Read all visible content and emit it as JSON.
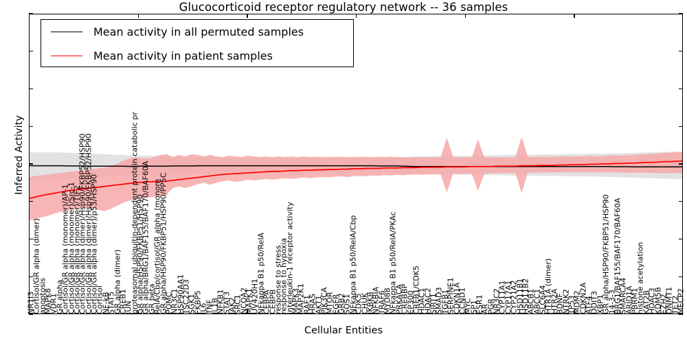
{
  "chart_data": {
    "type": "line",
    "title": "Glucocorticoid receptor regulatory network -- 36 samples",
    "xlabel": "Cellular Entities",
    "ylabel": "Inferred Activity",
    "ylim": [
      -4,
      4
    ],
    "yticks": [
      "4",
      "3",
      "2",
      "1",
      "0",
      "-1",
      "-2",
      "-3",
      "-4"
    ],
    "grid": false,
    "legend_position": "upper left",
    "series": [
      {
        "name": "Mean activity in all permuted samples",
        "color": "#000000",
        "band_color": "#e2e2e2",
        "values": [
          -0.03,
          -0.03,
          -0.03,
          -0.03,
          -0.03,
          -0.03,
          -0.035,
          -0.035,
          -0.035,
          -0.035,
          -0.04,
          -0.04,
          -0.04,
          -0.04,
          -0.04,
          -0.04,
          -0.045,
          -0.045,
          -0.04,
          -0.04,
          -0.04,
          -0.04,
          -0.04,
          -0.035,
          -0.035,
          -0.035,
          -0.035,
          -0.03,
          -0.03,
          -0.03,
          -0.03,
          -0.03,
          -0.03,
          -0.03,
          -0.03,
          -0.03,
          -0.03,
          -0.03,
          -0.03,
          -0.03,
          -0.03,
          -0.03,
          -0.03,
          -0.03,
          -0.03,
          -0.03,
          -0.03,
          -0.03,
          -0.03,
          -0.03,
          -0.03,
          -0.03,
          -0.03,
          -0.03,
          -0.03,
          -0.03,
          -0.035,
          -0.035,
          -0.035,
          -0.035,
          -0.04,
          -0.045,
          -0.05,
          -0.05,
          -0.05,
          -0.05,
          -0.05,
          -0.05,
          -0.05,
          -0.05,
          -0.05,
          -0.05,
          -0.05,
          -0.05,
          -0.05,
          -0.05,
          -0.05,
          -0.05,
          -0.05,
          -0.05,
          -0.05,
          -0.05,
          -0.05,
          -0.05,
          -0.05,
          -0.05,
          -0.05,
          -0.05,
          -0.05,
          -0.05,
          -0.05,
          -0.05,
          -0.05,
          -0.05,
          -0.055,
          -0.055,
          -0.055,
          -0.06,
          -0.06,
          -0.06,
          -0.06,
          -0.06,
          -0.06,
          -0.06,
          -0.06,
          -0.06
        ],
        "band_lower": [
          -0.42,
          -0.42,
          -0.42,
          -0.42,
          -0.42,
          -0.4,
          -0.4,
          -0.38,
          -0.38,
          -0.36,
          -0.35,
          -0.34,
          -0.33,
          -0.32,
          -0.31,
          -0.3,
          -0.3,
          -0.29,
          -0.29,
          -0.28,
          -0.28,
          -0.27,
          -0.27,
          -0.26,
          -0.26,
          -0.25,
          -0.25,
          -0.24,
          -0.24,
          -0.23,
          -0.23,
          -0.23,
          -0.22,
          -0.22,
          -0.22,
          -0.22,
          -0.21,
          -0.21,
          -0.21,
          -0.21,
          -0.21,
          -0.2,
          -0.2,
          -0.2,
          -0.2,
          -0.2,
          -0.2,
          -0.2,
          -0.2,
          -0.2,
          -0.2,
          -0.2,
          -0.2,
          -0.2,
          -0.2,
          -0.2,
          -0.21,
          -0.21,
          -0.22,
          -0.22,
          -0.23,
          -0.24,
          -0.25,
          -0.25,
          -0.26,
          -0.26,
          -0.26,
          -0.26,
          -0.26,
          -0.26,
          -0.27,
          -0.27,
          -0.28,
          -0.28,
          -0.28,
          -0.28,
          -0.28,
          -0.29,
          -0.29,
          -0.29,
          -0.29,
          -0.3,
          -0.3,
          -0.3,
          -0.3,
          -0.3,
          -0.31,
          -0.31,
          -0.31,
          -0.31,
          -0.32,
          -0.32,
          -0.32,
          -0.33,
          -0.33,
          -0.34,
          -0.34,
          -0.35,
          -0.35,
          -0.36,
          -0.36,
          -0.37,
          -0.37,
          -0.38,
          -0.38,
          -0.39
        ],
        "band_upper": [
          0.33,
          0.33,
          0.33,
          0.33,
          0.33,
          0.32,
          0.32,
          0.31,
          0.31,
          0.3,
          0.29,
          0.28,
          0.28,
          0.27,
          0.26,
          0.26,
          0.25,
          0.25,
          0.24,
          0.24,
          0.23,
          0.23,
          0.22,
          0.22,
          0.22,
          0.21,
          0.21,
          0.2,
          0.2,
          0.2,
          0.2,
          0.19,
          0.19,
          0.19,
          0.19,
          0.18,
          0.18,
          0.18,
          0.18,
          0.18,
          0.18,
          0.17,
          0.17,
          0.17,
          0.17,
          0.17,
          0.17,
          0.17,
          0.17,
          0.17,
          0.17,
          0.17,
          0.17,
          0.17,
          0.17,
          0.18,
          0.18,
          0.18,
          0.19,
          0.19,
          0.2,
          0.21,
          0.22,
          0.22,
          0.22,
          0.23,
          0.23,
          0.23,
          0.23,
          0.23,
          0.24,
          0.24,
          0.24,
          0.25,
          0.25,
          0.25,
          0.25,
          0.26,
          0.26,
          0.26,
          0.26,
          0.26,
          0.27,
          0.27,
          0.27,
          0.27,
          0.28,
          0.28,
          0.28,
          0.28,
          0.29,
          0.29,
          0.29,
          0.3,
          0.3,
          0.3,
          0.31,
          0.31,
          0.32,
          0.32,
          0.33,
          0.33,
          0.34,
          0.34,
          0.35,
          0.35
        ]
      },
      {
        "name": "Mean activity in patient samples",
        "color": "#ff0000",
        "band_color": "#f7a8a8",
        "values": [
          -0.9,
          -0.86,
          -0.82,
          -0.79,
          -0.76,
          -0.73,
          -0.7,
          -0.68,
          -0.66,
          -0.64,
          -0.62,
          -0.6,
          -0.58,
          -0.56,
          -0.54,
          -0.52,
          -0.5,
          -0.48,
          -0.47,
          -0.46,
          -0.45,
          -0.45,
          -0.44,
          -0.42,
          -0.4,
          -0.38,
          -0.36,
          -0.34,
          -0.32,
          -0.3,
          -0.28,
          -0.26,
          -0.25,
          -0.24,
          -0.23,
          -0.22,
          -0.21,
          -0.2,
          -0.19,
          -0.18,
          -0.18,
          -0.17,
          -0.16,
          -0.16,
          -0.15,
          -0.15,
          -0.14,
          -0.14,
          -0.13,
          -0.13,
          -0.12,
          -0.12,
          -0.11,
          -0.11,
          -0.1,
          -0.1,
          -0.1,
          -0.09,
          -0.09,
          -0.09,
          -0.08,
          -0.08,
          -0.08,
          -0.07,
          -0.07,
          -0.07,
          -0.07,
          -0.06,
          -0.06,
          -0.06,
          -0.06,
          -0.05,
          -0.05,
          -0.05,
          -0.05,
          -0.04,
          -0.04,
          -0.04,
          -0.04,
          -0.03,
          -0.03,
          -0.03,
          -0.02,
          -0.02,
          -0.02,
          -0.01,
          -0.01,
          0.0,
          0.0,
          0.0,
          0.01,
          0.01,
          0.02,
          0.02,
          0.03,
          0.03,
          0.04,
          0.04,
          0.05,
          0.06,
          0.06,
          0.07,
          0.08,
          0.08,
          0.09,
          0.1
        ],
        "band_lower": [
          -1.48,
          -1.44,
          -1.4,
          -1.36,
          -1.3,
          -1.26,
          -1.22,
          -1.18,
          -1.16,
          -1.16,
          -1.16,
          -1.2,
          -1.24,
          -1.18,
          -1.1,
          -1.02,
          -0.96,
          -0.92,
          -0.9,
          -0.88,
          -0.86,
          -0.84,
          -0.8,
          -0.62,
          -0.58,
          -0.62,
          -0.58,
          -0.52,
          -0.48,
          -0.54,
          -0.48,
          -0.44,
          -0.42,
          -0.46,
          -0.44,
          -0.4,
          -0.42,
          -0.4,
          -0.38,
          -0.4,
          -0.38,
          -0.36,
          -0.38,
          -0.36,
          -0.34,
          -0.36,
          -0.34,
          -0.33,
          -0.34,
          -0.32,
          -0.31,
          -0.33,
          -0.31,
          -0.3,
          -0.31,
          -0.29,
          -0.3,
          -0.28,
          -0.29,
          -0.27,
          -0.28,
          -0.27,
          -0.26,
          -0.27,
          -0.26,
          -0.25,
          -0.26,
          -0.25,
          -0.24,
          -0.25,
          -0.24,
          -0.24,
          -0.23,
          -0.24,
          -0.23,
          -0.23,
          -0.22,
          -0.23,
          -0.22,
          -0.22,
          -0.21,
          -0.22,
          -0.21,
          -0.21,
          -0.2,
          -0.21,
          -0.2,
          -0.2,
          -0.21,
          -0.2,
          -0.2,
          -0.21,
          -0.2,
          -0.21,
          -0.2,
          -0.21,
          -0.22,
          -0.21,
          -0.22,
          -0.21,
          -0.22,
          -0.23,
          -0.22,
          -0.23,
          -0.22,
          -0.22
        ],
        "band_upper": [
          -0.33,
          -0.3,
          -0.28,
          -0.26,
          -0.24,
          -0.22,
          -0.2,
          -0.18,
          -0.16,
          -0.14,
          -0.12,
          -0.1,
          -0.08,
          -0.04,
          0.02,
          0.1,
          0.16,
          0.2,
          0.18,
          0.16,
          0.2,
          0.26,
          0.28,
          0.2,
          0.26,
          0.22,
          0.28,
          0.26,
          0.22,
          0.26,
          0.22,
          0.2,
          0.24,
          0.22,
          0.2,
          0.24,
          0.22,
          0.2,
          0.22,
          0.2,
          0.22,
          0.2,
          0.22,
          0.2,
          0.22,
          0.2,
          0.21,
          0.2,
          0.21,
          0.2,
          0.21,
          0.2,
          0.21,
          0.2,
          0.21,
          0.2,
          0.21,
          0.2,
          0.21,
          0.2,
          0.2,
          0.19,
          0.2,
          0.19,
          0.2,
          0.19,
          0.2,
          0.19,
          0.2,
          0.19,
          0.2,
          0.19,
          0.2,
          0.19,
          0.2,
          0.19,
          0.2,
          0.19,
          0.2,
          0.2,
          0.21,
          0.2,
          0.21,
          0.2,
          0.21,
          0.21,
          0.22,
          0.21,
          0.22,
          0.22,
          0.23,
          0.22,
          0.23,
          0.24,
          0.25,
          0.24,
          0.25,
          0.26,
          0.27,
          0.28,
          0.29,
          0.3,
          0.31,
          0.32,
          0.33,
          0.34
        ],
        "spikes": [
          {
            "index": 67,
            "up": 0.72,
            "down": -0.74
          },
          {
            "index": 72,
            "up": 0.68,
            "down": -0.7
          },
          {
            "index": 79,
            "up": 0.74,
            "down": -0.76
          }
        ]
      }
    ],
    "legend": [
      {
        "label": "Mean activity in all permuted samples",
        "color": "#000000"
      },
      {
        "label": "Mean activity in patient samples",
        "color": "#ff0000"
      }
    ],
    "categories": [
      "NR1I3",
      "Cortisol/GR alpha (dimer)",
      "apoptosis",
      "MAPK8",
      "VDR1",
      "GR alpha",
      "Cortisol/GR alpha (monomer)/AP-1",
      "Cortisol/GR alpha (monomer)/Src-1",
      "Cortisol/GR alpha (monomer)/TIF2",
      "Cortisol/GR alpha (dimer)/Hsp90/FKBP52/HSP90",
      "Cortisol/GR alpha (dimer)/Hsp90/FKBP52/HSP90",
      "Cortisol/GR alpha (dimer)/p53/HSP90",
      "Cortisol",
      "NF-kB",
      "STAT5",
      "GR alpha (dimer)",
      "CREB1",
      "JUN",
      "proteasomal ubiquitin-dependent protein catabolic pr",
      "GR alpha/HSP90/FKBP51/HSP90",
      "GR alpha/BRG1/BAF155/BAF170/BAF60A",
      "GR beta",
      "RelA/Cbp/cortisol/GR alpha (monom",
      "GR alpha/HSP90/FKBP51/HSP90/PP5C",
      "POMC",
      "NR3C1",
      "HSP90AA1",
      "TSC22D3",
      "SGK1",
      "FKBP5",
      "IL6",
      "TNF",
      "IL1B",
      "NFKB1",
      "STAT3",
      "JAK2",
      "SRC1",
      "NCOA2",
      "MAPK1",
      "UV420H1",
      "NFkappa B1 p50/RelA",
      "CEBPA",
      "CEBPB",
      "response to stress",
      "response to hypoxia",
      "interleukin-1 receptor activity",
      "MAPK3",
      "MAP2K1",
      "RAF1",
      "HRAS",
      "AKT1",
      "PIK3CA",
      "MTOR",
      "EGFR",
      "GRB2",
      "SOS1",
      "NFkappa B1 p50/RelA/Cbp",
      "CDK5",
      "CHUK",
      "IKBKB",
      "NFKBIA",
      "TRAF6",
      "MYD88",
      "NFkappa B1 p50/RelA/PKAc",
      "PRKACA",
      "CREBBP",
      "EP300",
      "CREB1/CDK5",
      "HDAC1",
      "HDAC2",
      "SIRT1",
      "SMAD3",
      "TGFB1",
      "SERPINE1",
      "CDKN1A",
      "CCND1",
      "MYC",
      "SP1",
      "ESR1",
      "AR",
      "PGR",
      "NR3C2",
      "CYP11A1",
      "CYP17A1",
      "CYP21A2",
      "HSD11B1",
      "HSD11B2",
      "ABCB1",
      "ABCC1",
      "SLC6A4",
      "HTR1A (dimer)",
      "HTR2A",
      "BDNF",
      "NTRK2",
      "TP53",
      "MDM2",
      "CDKN2A",
      "ATF4",
      "DDIT3",
      "XBP1",
      "GR alpha/HSP90/FKBP51/HSP90",
      "14-3-3",
      "BRG1/BAF155/BAF170/BAF60A",
      "SMARCA4",
      "ARID1A",
      "PBRM1",
      "histone acetylation",
      "KAT2B",
      "HDAC3",
      "KDM5B",
      "EZH2",
      "DNMT1",
      "TET2",
      "MECP2"
    ]
  }
}
